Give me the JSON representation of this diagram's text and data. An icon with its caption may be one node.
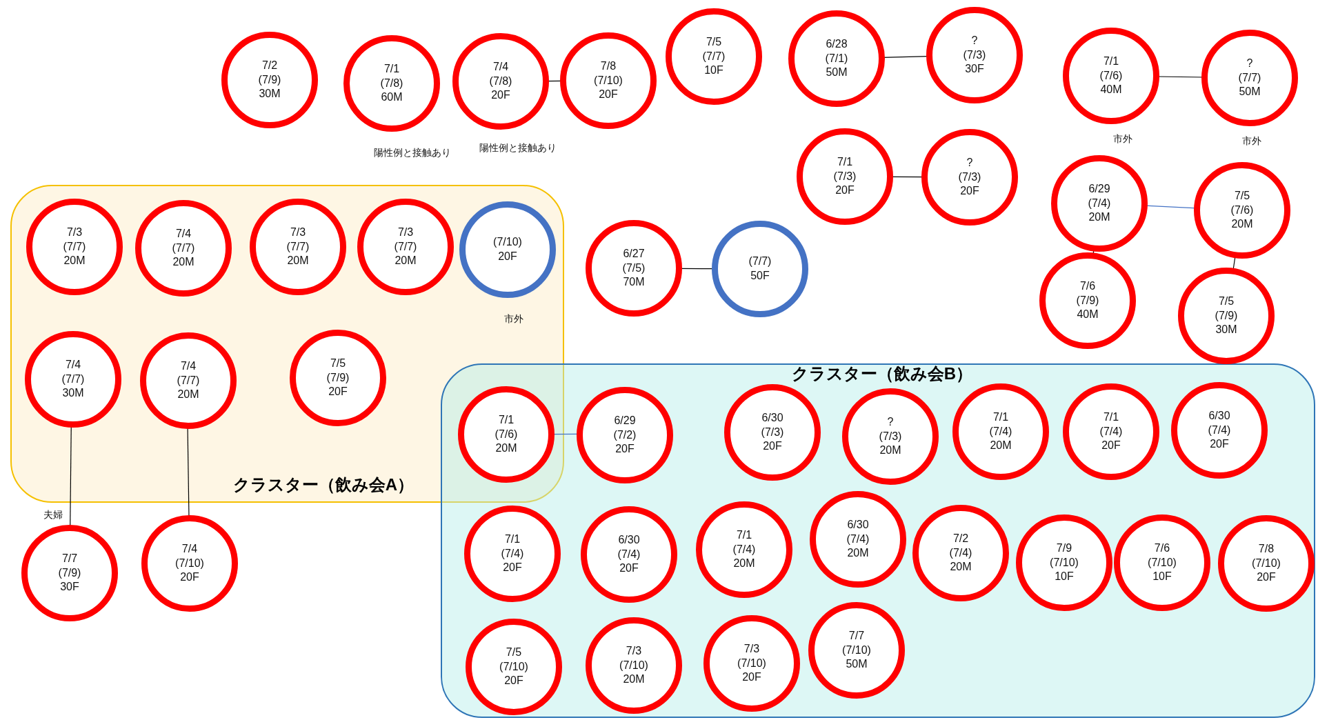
{
  "diagram": {
    "nodes": [
      {
        "text": [
          "7/2 (7/9) 30M"
        ]
      },
      {
        "text": [
          "7/1 (7/8) 60M"
        ],
        "beside": [
          "陽性例と接触あり"
        ]
      },
      {
        "text": [
          "7/4 (7/8) 20F"
        ],
        "beside": [
          "陽性例と接触あり"
        ]
      },
      {
        "text": [
          "7/8 (7/10) 20F"
        ]
      },
      {
        "text": [
          "7/5 (7/7) 10F"
        ]
      },
      {
        "text": [
          "6/28 (7/1) 50M"
        ]
      },
      {
        "text": [
          "? (7/3) 30F"
        ]
      },
      {
        "text": [
          "7/1 (7/6) 40M"
        ],
        "beside": [
          "市外"
        ]
      },
      {
        "text": [
          "? (7/7) 50M"
        ],
        "beside": [
          "市外"
        ]
      },
      {
        "text": [
          "7/1 (7/3) 20F"
        ]
      },
      {
        "text": [
          "? (7/3) 20F"
        ]
      },
      {
        "text": [
          "6/29 (7/4) 20M"
        ]
      },
      {
        "text": [
          "7/5 (7/6) 20M"
        ]
      },
      {
        "text": [
          "クラスター（飲み会A）"
        ]
      },
      {
        "text": [
          "7/3 (7/7) 20M"
        ],
        "in": 13
      },
      {
        "text": [
          "7/4 (7/7) 20M"
        ],
        "in": 13
      },
      {
        "text": [
          "7/3 (7/7) 20M"
        ],
        "in": 13
      },
      {
        "text": [
          "7/3 (7/7) 20M"
        ],
        "in": 13
      },
      {
        "text": [
          "(7/10) 20F"
        ],
        "in": 13,
        "beside": [
          "市外"
        ]
      },
      {
        "text": [
          "6/27 (7/5) 70M"
        ]
      },
      {
        "text": [
          "(7/7) 50F"
        ]
      },
      {
        "text": [
          "7/6 (7/9) 40M"
        ]
      },
      {
        "text": [
          "7/5 (7/9) 30M"
        ]
      },
      {
        "text": [
          "7/4 (7/7) 30M"
        ],
        "in": 13
      },
      {
        "text": [
          "7/4 (7/7) 20M"
        ],
        "in": 13
      },
      {
        "text": [
          "7/5 (7/9) 20F"
        ],
        "in": 13
      },
      {
        "text": [
          "クラスター（飲み会B）"
        ]
      },
      {
        "text": [
          "7/1 (7/6) 20M"
        ]
      },
      {
        "text": [
          "6/29 (7/2) 20F"
        ],
        "in": 26
      },
      {
        "text": [
          "6/30 (7/3) 20F"
        ],
        "in": 26
      },
      {
        "text": [
          "? (7/3) 20M"
        ],
        "in": 26
      },
      {
        "text": [
          "7/1 (7/4) 20M"
        ],
        "in": 26
      },
      {
        "text": [
          "7/1 (7/4) 20F"
        ],
        "in": 26
      },
      {
        "text": [
          "6/30 (7/4) 20F"
        ],
        "in": 26
      },
      {
        "text": [
          "7/1 (7/4) 20F"
        ],
        "in": 26
      },
      {
        "text": [
          "6/30 (7/4) 20F"
        ],
        "in": 26
      },
      {
        "text": [
          "7/1 (7/4) 20M"
        ],
        "in": 26
      },
      {
        "text": [
          "6/30 (7/4) 20M"
        ],
        "in": 26
      },
      {
        "text": [
          "7/2 (7/4) 20M"
        ],
        "in": 26
      },
      {
        "text": [
          "7/9 (7/10) 10F"
        ],
        "in": 26
      },
      {
        "text": [
          "7/6 (7/10) 10F"
        ],
        "in": 26
      },
      {
        "text": [
          "7/8 (7/10) 20F"
        ],
        "in": 26
      },
      {
        "text": [
          "7/5 (7/10) 20F"
        ],
        "in": 26
      },
      {
        "text": [
          "7/3 (7/10) 20M"
        ],
        "in": 26
      },
      {
        "text": [
          "7/3 (7/10) 20F"
        ],
        "in": 26
      },
      {
        "text": [
          "7/7 (7/10) 50M"
        ],
        "in": 26
      },
      {
        "text": [
          "7/7 (7/9) 30F"
        ]
      },
      {
        "text": [
          "7/4 (7/10) 20F"
        ]
      }
    ],
    "edges": [
      {
        "from": 2,
        "to": 3,
        "arrow": "none"
      },
      {
        "from": 5,
        "to": 6,
        "arrow": "none"
      },
      {
        "from": 9,
        "to": 10,
        "arrow": "none"
      },
      {
        "from": 7,
        "to": 8,
        "arrow": "none"
      },
      {
        "from": 11,
        "to": 12,
        "arrow": "none",
        "color": "#4472c4"
      },
      {
        "from": 11,
        "to": 21,
        "arrow": "none"
      },
      {
        "from": 12,
        "to": 22,
        "arrow": "none"
      },
      {
        "from": 19,
        "to": 20,
        "arrow": "none"
      },
      {
        "from": 23,
        "to": 46,
        "arrow": "none",
        "label": "夫婦"
      },
      {
        "from": 24,
        "to": 47,
        "arrow": "none"
      },
      {
        "from": 27,
        "to": 28,
        "arrow": "none",
        "color": "#4472c4"
      }
    ]
  }
}
